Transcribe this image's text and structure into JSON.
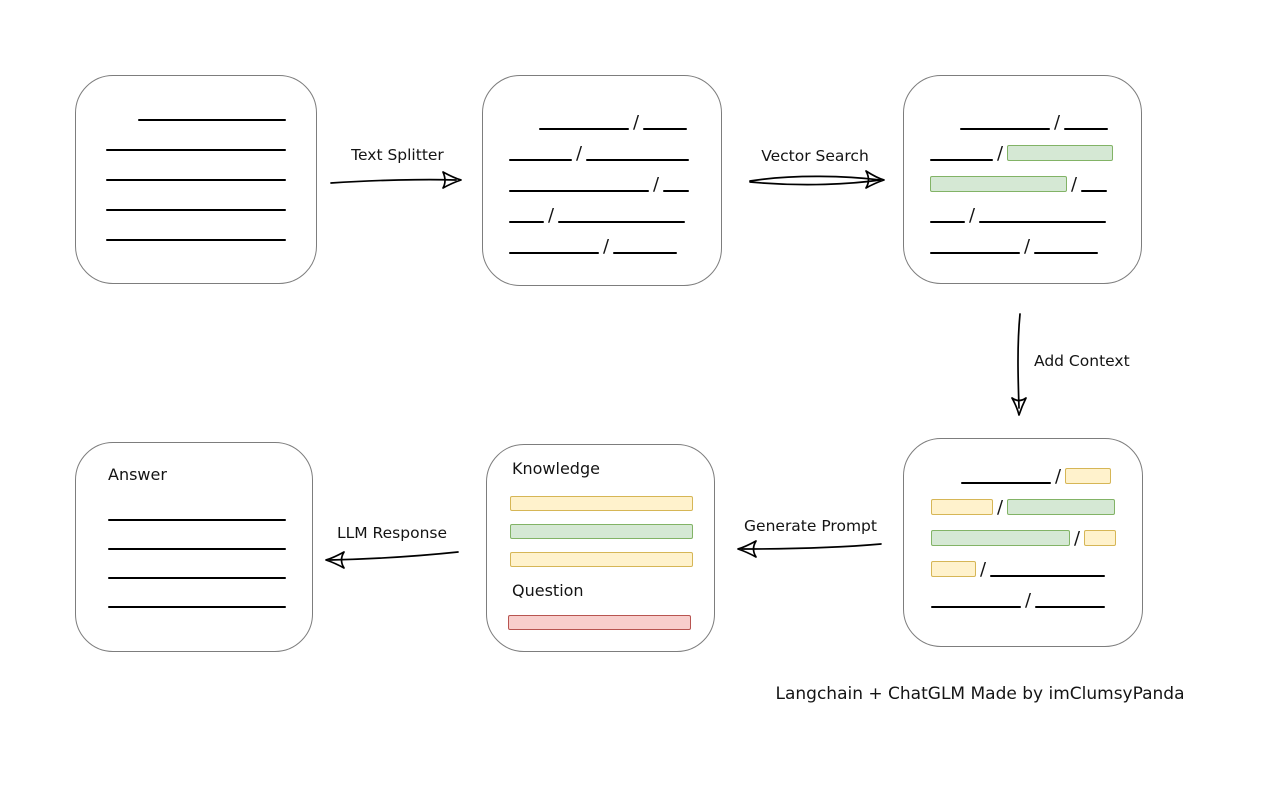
{
  "slash": "/",
  "colors": {
    "line": "#000000",
    "box_border": "#7d7d7d",
    "background": "#ffffff",
    "green_fill": "#d5e8d4",
    "green_border": "#82b366",
    "yellow_fill": "#fff2cc",
    "yellow_border": "#d6b656",
    "red_fill": "#f8cecc",
    "red_border": "#b85450"
  },
  "labels": {
    "text_splitter": "Text Splitter",
    "vector_search": "Vector Search",
    "add_context": "Add Context",
    "generate_prompt": "Generate Prompt",
    "llm_response": "LLM Response"
  },
  "boxes": {
    "document": {
      "rows": [
        {
          "indent": 32,
          "segments": [
            {
              "type": "line",
              "w": 148
            }
          ]
        },
        {
          "segments": [
            {
              "type": "line",
              "w": 180
            }
          ]
        },
        {
          "segments": [
            {
              "type": "line",
              "w": 180
            }
          ]
        },
        {
          "segments": [
            {
              "type": "line",
              "w": 180
            }
          ]
        },
        {
          "segments": [
            {
              "type": "line",
              "w": 180
            }
          ]
        }
      ]
    },
    "chunks": {
      "rows": [
        {
          "indent": 30,
          "segments": [
            {
              "type": "line",
              "w": 90
            },
            {
              "type": "slash"
            },
            {
              "type": "line",
              "w": 44
            }
          ]
        },
        {
          "segments": [
            {
              "type": "line",
              "w": 63
            },
            {
              "type": "slash"
            },
            {
              "type": "line",
              "w": 103
            }
          ]
        },
        {
          "segments": [
            {
              "type": "line",
              "w": 140
            },
            {
              "type": "slash"
            },
            {
              "type": "line",
              "w": 26
            }
          ]
        },
        {
          "segments": [
            {
              "type": "line",
              "w": 35
            },
            {
              "type": "slash"
            },
            {
              "type": "line",
              "w": 127
            }
          ]
        },
        {
          "segments": [
            {
              "type": "line",
              "w": 90
            },
            {
              "type": "slash"
            },
            {
              "type": "line",
              "w": 64
            }
          ]
        }
      ]
    },
    "retrieved": {
      "rows": [
        {
          "indent": 30,
          "segments": [
            {
              "type": "line",
              "w": 90
            },
            {
              "type": "slash"
            },
            {
              "type": "line",
              "w": 44
            }
          ]
        },
        {
          "segments": [
            {
              "type": "line",
              "w": 63
            },
            {
              "type": "slash"
            },
            {
              "type": "green",
              "w": 106
            }
          ]
        },
        {
          "segments": [
            {
              "type": "green",
              "w": 137
            },
            {
              "type": "slash"
            },
            {
              "type": "line",
              "w": 26
            }
          ]
        },
        {
          "segments": [
            {
              "type": "line",
              "w": 35
            },
            {
              "type": "slash"
            },
            {
              "type": "line",
              "w": 127
            }
          ]
        },
        {
          "segments": [
            {
              "type": "line",
              "w": 90
            },
            {
              "type": "slash"
            },
            {
              "type": "line",
              "w": 64
            }
          ]
        }
      ]
    },
    "context": {
      "rows": [
        {
          "indent": 30,
          "segments": [
            {
              "type": "line",
              "w": 90
            },
            {
              "type": "slash"
            },
            {
              "type": "yellow",
              "w": 46
            }
          ]
        },
        {
          "segments": [
            {
              "type": "yellow",
              "w": 62
            },
            {
              "type": "slash"
            },
            {
              "type": "green",
              "w": 108
            }
          ]
        },
        {
          "segments": [
            {
              "type": "green",
              "w": 139
            },
            {
              "type": "slash"
            },
            {
              "type": "yellow",
              "w": 32
            }
          ]
        },
        {
          "segments": [
            {
              "type": "yellow",
              "w": 45
            },
            {
              "type": "slash"
            },
            {
              "type": "line",
              "w": 115
            }
          ]
        },
        {
          "segments": [
            {
              "type": "line",
              "w": 90
            },
            {
              "type": "slash"
            },
            {
              "type": "line",
              "w": 70
            }
          ]
        }
      ]
    },
    "prompt": {
      "knowledge_label": "Knowledge",
      "question_label": "Question",
      "knowledge_rows": [
        {
          "segments": [
            {
              "type": "yellow",
              "w": 183
            }
          ]
        },
        {
          "segments": [
            {
              "type": "green",
              "w": 183
            }
          ]
        },
        {
          "segments": [
            {
              "type": "yellow",
              "w": 183
            }
          ]
        }
      ],
      "question_rows": [
        {
          "segments": [
            {
              "type": "red",
              "w": 183
            }
          ]
        }
      ]
    },
    "answer": {
      "label": "Answer",
      "rows": [
        {
          "segments": [
            {
              "type": "line",
              "w": 178
            }
          ]
        },
        {
          "segments": [
            {
              "type": "line",
              "w": 178
            }
          ]
        },
        {
          "segments": [
            {
              "type": "line",
              "w": 178
            }
          ]
        },
        {
          "segments": [
            {
              "type": "line",
              "w": 178
            }
          ]
        }
      ]
    }
  },
  "attribution": "Langchain + ChatGLM Made by imClumsyPanda"
}
